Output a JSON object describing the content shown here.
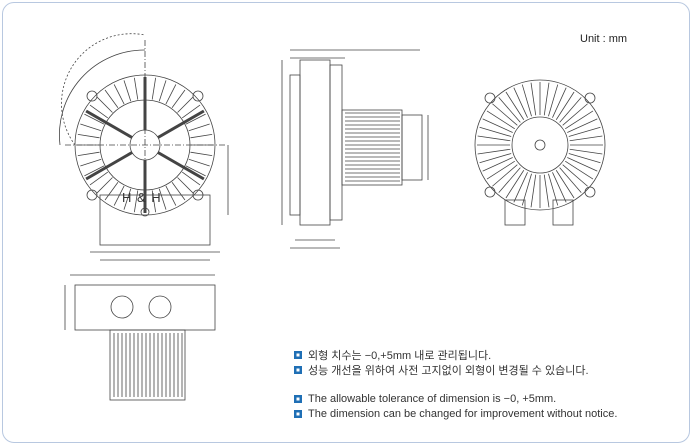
{
  "unit_label": "Unit : mm",
  "logo_text": "H & H",
  "notes": [
    "외형 치수는 −0,+5mm 내로 관리됩니다.",
    "성능 개선을 위하여 사전 고지없이 외형이 변경될 수 있습니다.",
    "The allowable tolerance of dimension is −0, +5mm.",
    "The dimension can be changed for improvement without notice."
  ],
  "colors": {
    "border": "#b8c8e0",
    "bullet": "#1f6fb5",
    "line": "#444444"
  }
}
